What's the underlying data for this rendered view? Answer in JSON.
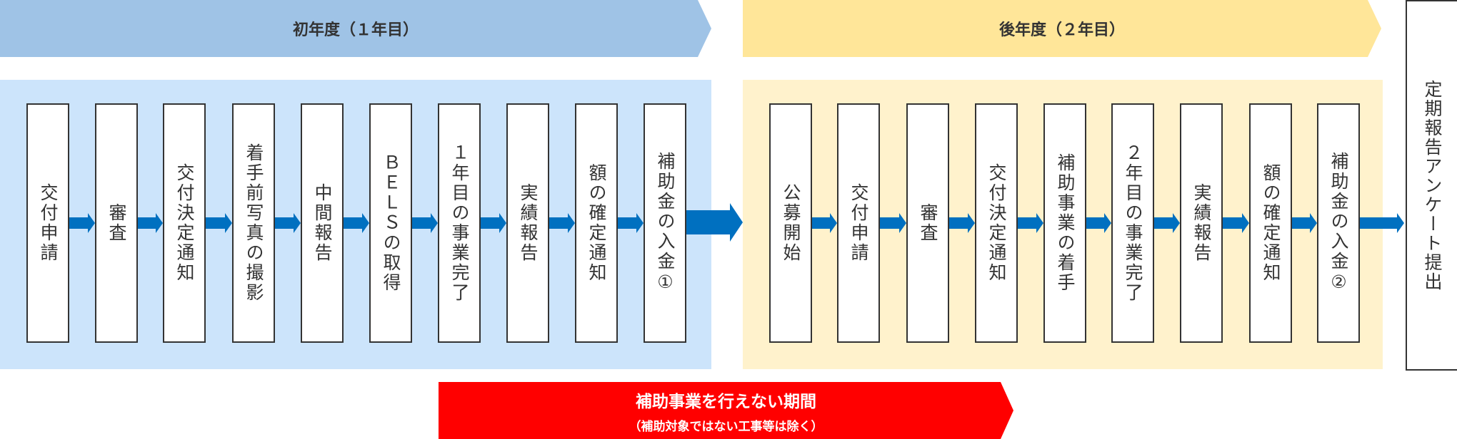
{
  "year1": {
    "title": "初年度（１年目）",
    "steps": [
      "交付申請",
      "審査",
      "交付決定通知",
      "着手前写真の撮影",
      "中間報告",
      "ＢＥＬＳの取得",
      "１年目の事業完了",
      "実績報告",
      "額の確定通知",
      "補助金の入金①"
    ]
  },
  "year2": {
    "title": "後年度（２年目）",
    "steps": [
      "公募開始",
      "交付申請",
      "審査",
      "交付決定通知",
      "補助事業の着手",
      "２年目の事業完了",
      "実績報告",
      "額の確定通知",
      "補助金の入金②"
    ]
  },
  "final_step": "定期報告アンケート提出",
  "restriction": {
    "title": "補助事業を行えない期間",
    "note": "（補助対象ではない工事等は除く）"
  },
  "colors": {
    "year1_banner": "#9fc3e6",
    "year1_panel": "#cce4fb",
    "year2_banner": "#ffe699",
    "year2_panel": "#fff2cc",
    "arrow": "#0070c0",
    "restriction": "#ff0000"
  }
}
